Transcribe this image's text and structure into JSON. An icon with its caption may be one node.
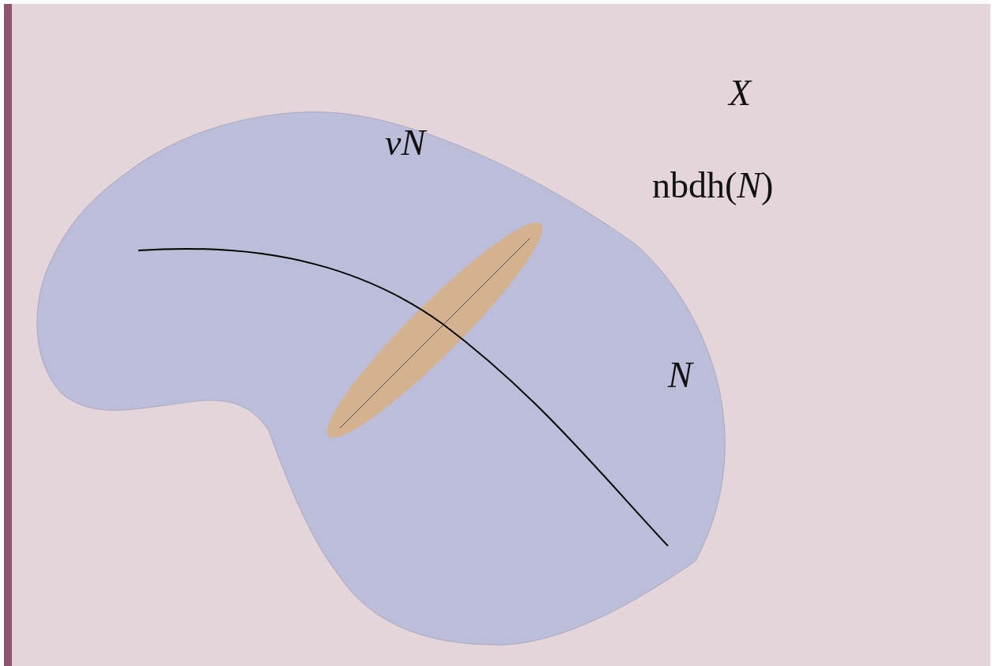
{
  "diagram": {
    "nodes": [
      {
        "text": [
          "X"
        ]
      },
      {
        "text": [
          "nbdh(*N*)",
          "νN"
        ],
        "in": 0
      },
      {
        "text": [],
        "shape": "ellipse",
        "in": 1
      }
    ],
    "labels": [
      "N"
    ]
  }
}
